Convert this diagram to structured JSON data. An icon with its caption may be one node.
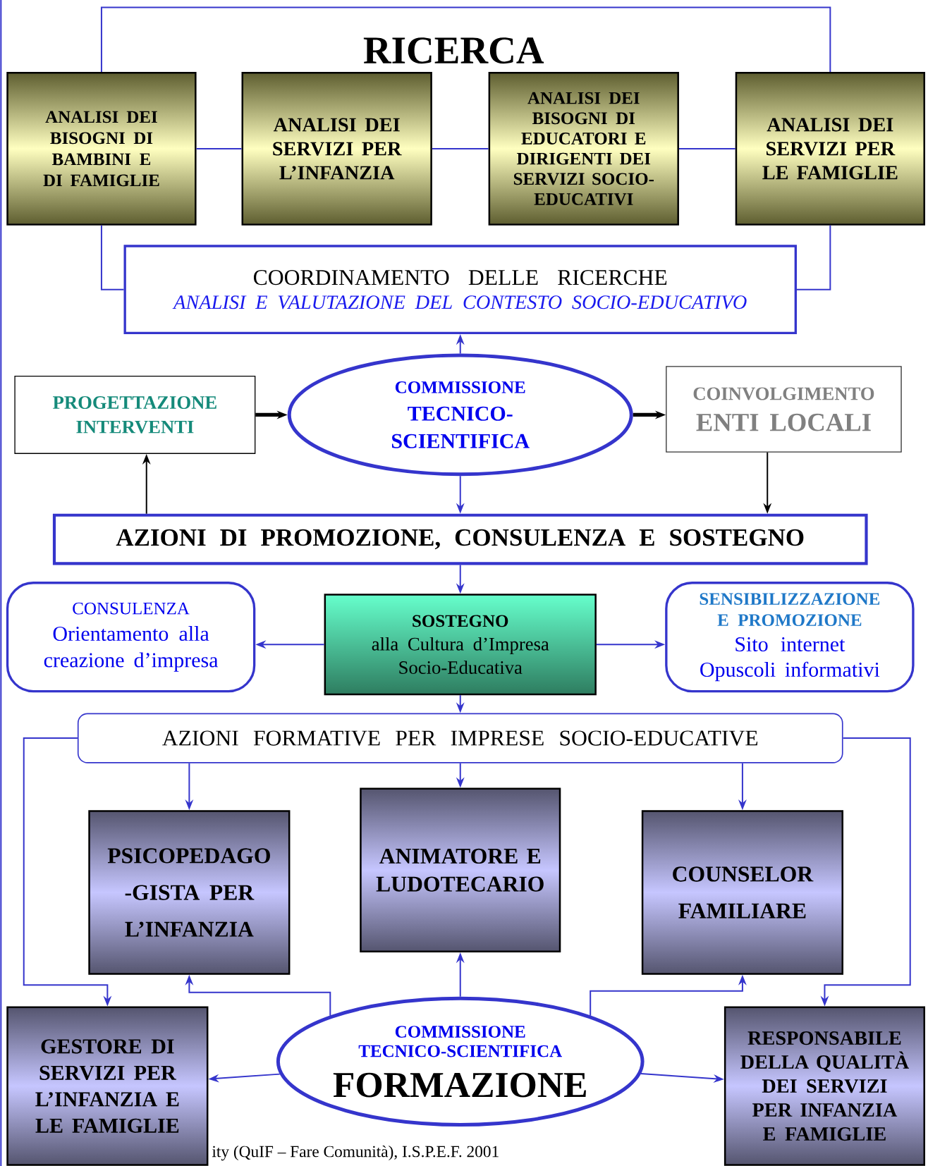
{
  "diagram": {
    "title": "RICERCA",
    "nodes": [
      {
        "text": [
          "ANALISI DEI BISOGNI DI BAMBINI E DI FAMIGLIE"
        ]
      },
      {
        "text": [
          "ANALISI DEI SERVIZI PER L’INFANZIA"
        ]
      },
      {
        "text": [
          "ANALISI DEI BISOGNI DI EDUCATORI E DIRIGENTI DEI SERVIZI SOCIO-EDUCATIVI"
        ]
      },
      {
        "text": [
          "ANALISI DEI SERVIZI PER LE FAMIGLIE"
        ]
      },
      {
        "text": [
          "COORDINAMENTO DELLE RICERCHE",
          "ANALISI E VALUTAZIONE DEL CONTESTO SOCIO-EDUCATIVO"
        ]
      },
      {
        "text": [
          "PROGETTAZIONE INTERVENTI"
        ]
      },
      {
        "text": [
          "COMMISSIONE",
          "TECNICO-SCIENTIFICA"
        ]
      },
      {
        "text": [
          "COINVOLGIMENTO",
          "ENTI LOCALI"
        ]
      },
      {
        "text": [
          "AZIONI DI PROMOZIONE, CONSULENZA E SOSTEGNO"
        ]
      },
      {
        "text": [
          "CONSULENZA",
          "Orientamento alla creazione d’impresa"
        ]
      },
      {
        "text": [
          "SOSTEGNO",
          "alla Cultura d’Impresa Socio-Educativa"
        ]
      },
      {
        "text": [
          "SENSIBILIZZAZIONE E PROMOZIONE",
          "Sito internet Opuscoli informativi"
        ]
      },
      {
        "text": [
          "AZIONI FORMATIVE PER IMPRESE SOCIO-EDUCATIVE"
        ]
      },
      {
        "text": [
          "PSICOPEDAGO -GISTA PER L’INFANZIA"
        ]
      },
      {
        "text": [
          "ANIMATORE E LUDOTECARIO"
        ]
      },
      {
        "text": [
          "COUNSELOR FAMILIARE"
        ]
      },
      {
        "text": [
          "GESTORE DI SERVIZI PER L’INFANZIA E LE FAMIGLIE"
        ]
      },
      {
        "text": [
          "COMMISSIONE TECNICO-SCIENTIFICA",
          "FORMAZIONE"
        ]
      },
      {
        "text": [
          "RESPONSABILE DELLA QUALITÀ DEI SERVIZI PER INFANZIA E FAMIGLIE"
        ]
      }
    ],
    "edges": [
      {
        "from": 0,
        "to": 1,
        "arrow": "none"
      },
      {
        "from": 1,
        "to": 2,
        "arrow": "none"
      },
      {
        "from": 2,
        "to": 3,
        "arrow": "none"
      },
      {
        "from": 0,
        "to": 3,
        "arrow": "none"
      },
      {
        "from": 0,
        "to": 4,
        "arrow": "none"
      },
      {
        "from": 3,
        "to": 4,
        "arrow": "none"
      },
      {
        "from": 6,
        "to": 4,
        "arrow": "to"
      },
      {
        "from": 5,
        "to": 6,
        "arrow": "to",
        "style": "thick",
        "color": "#000000"
      },
      {
        "from": 6,
        "to": 7,
        "arrow": "to",
        "style": "thick",
        "color": "#000000"
      },
      {
        "from": 8,
        "to": 5,
        "arrow": "to",
        "color": "#000000"
      },
      {
        "from": 7,
        "to": 8,
        "arrow": "to",
        "color": "#000000"
      },
      {
        "from": 6,
        "to": 8,
        "arrow": "to"
      },
      {
        "from": 8,
        "to": 10,
        "arrow": "to"
      },
      {
        "from": 10,
        "to": 9,
        "arrow": "to"
      },
      {
        "from": 10,
        "to": 11,
        "arrow": "to"
      },
      {
        "from": 10,
        "to": 12,
        "arrow": "to"
      },
      {
        "from": 12,
        "to": 13,
        "arrow": "to"
      },
      {
        "from": 12,
        "to": 14,
        "arrow": "to"
      },
      {
        "from": 12,
        "to": 15,
        "arrow": "to"
      },
      {
        "from": 12,
        "to": 16,
        "arrow": "to"
      },
      {
        "from": 12,
        "to": 18,
        "arrow": "to"
      },
      {
        "from": 17,
        "to": 13,
        "arrow": "to"
      },
      {
        "from": 17,
        "to": 14,
        "arrow": "to"
      },
      {
        "from": 17,
        "to": 15,
        "arrow": "to"
      },
      {
        "from": 17,
        "to": 16,
        "arrow": "to"
      },
      {
        "from": 17,
        "to": 18,
        "arrow": "to"
      }
    ],
    "labels": [
      "ity (QuIF – Fare Comunità), I.S.P.E.F. 2001"
    ]
  }
}
